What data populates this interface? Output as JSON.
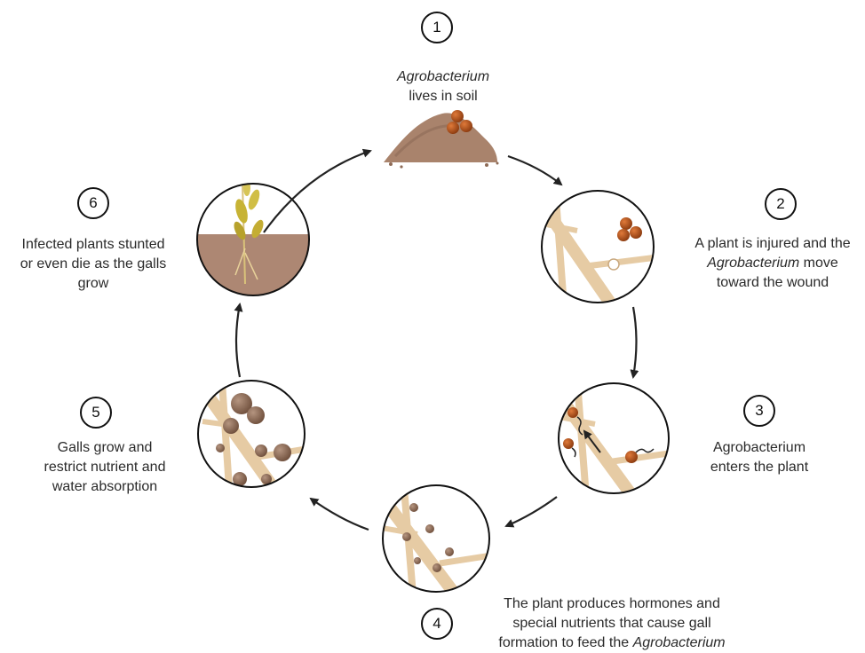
{
  "steps": [
    {
      "number": "1",
      "line1_italic": "Agrobacterium",
      "line2": "lives  in soil"
    },
    {
      "number": "2",
      "line1": "A plant is injured and the",
      "line2_italic": "Agrobacterium",
      "line2_rest": " move",
      "line3": "toward the wound"
    },
    {
      "number": "3",
      "line1": "Agrobacterium",
      "line2": "enters the plant"
    },
    {
      "number": "4",
      "line1": "The plant produces hormones and",
      "line2": "special nutrients that cause gall",
      "line3_start": "formation to feed the ",
      "line3_italic": "Agrobacterium"
    },
    {
      "number": "5",
      "line1": "Galls grow and",
      "line2": "restrict nutrient and",
      "line3": "water absorption"
    },
    {
      "number": "6",
      "line1": "Infected plants stunted",
      "line2": "or even die as the galls",
      "line3": "grow"
    }
  ],
  "colors": {
    "soil": "#b08b74",
    "bacterium": "#b5581c",
    "root": "#e9cfa8",
    "gall": "#8b6a55",
    "leaf": "#c9b23a",
    "arrow": "#222222"
  }
}
